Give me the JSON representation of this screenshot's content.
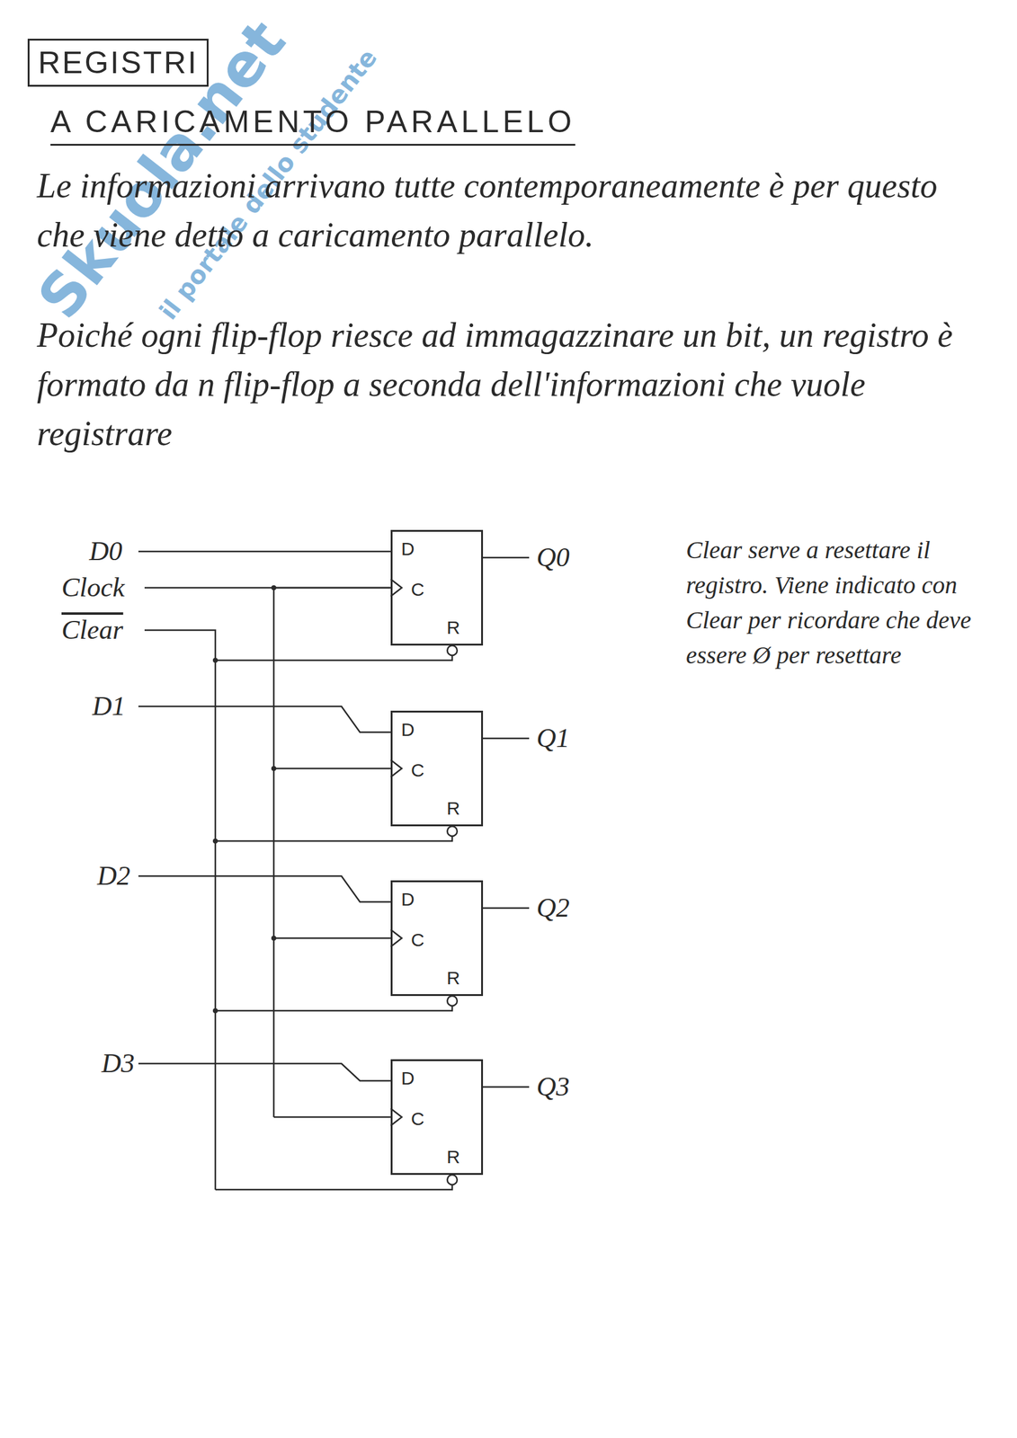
{
  "diagram": {
    "title": "REGISTRI",
    "nodes": [
      {
        "text": [
          "D",
          "C",
          "R"
        ]
      },
      {
        "text": [
          "D",
          "C",
          "R"
        ]
      },
      {
        "text": [
          "D",
          "C",
          "R"
        ]
      },
      {
        "text": [
          "D",
          "C",
          "R"
        ]
      }
    ],
    "labels": [
      "A CARICAMENTO PARALLELO",
      "Le informazioni arrivano tutte contemporaneamente è per questo che viene detto a caricamento parallelo.",
      "Poiché ogni flip-flop riesce ad immagazzinare un bit, un registro è formato da n flip-flop a seconda dell'informazioni che vuole registrare",
      "D0",
      "Clock",
      "Clear",
      "D1",
      "D2",
      "D3",
      "Q0",
      "Q1",
      "Q2",
      "Q3",
      "Clear serve a resettare il registro. Viene indicato con Clear per ricordare che deve essere Ø per resettare",
      "Skuola.net",
      "il portale dello studente"
    ]
  }
}
